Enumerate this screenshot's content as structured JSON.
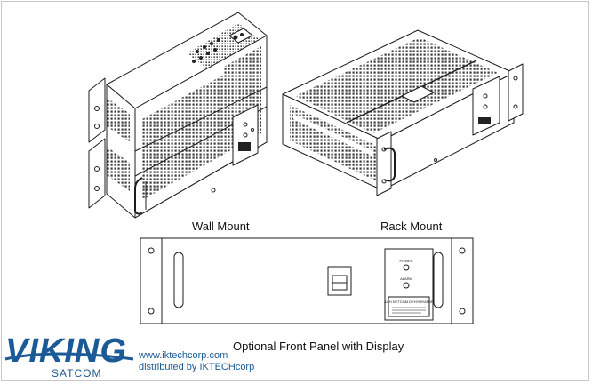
{
  "labels": {
    "wall_mount": "Wall Mount",
    "rack_mount": "Rack Mount",
    "front_panel": "Optional Front Panel with Display"
  },
  "front_panel": {
    "indicator_top": "POWER",
    "indicator_bottom": "ALARM",
    "nameplate_line1": "ACH NETCOM DEHYDRATOR"
  },
  "brand": {
    "name": "VIKING",
    "sub": "SATCOM",
    "website": "www.iktechcorp.com",
    "distributor": "distributed by IKTECHcorp",
    "brand_color": "#1a5a96"
  },
  "colors": {
    "line": "#1c1c1c",
    "vent": "#3a3a3a"
  }
}
